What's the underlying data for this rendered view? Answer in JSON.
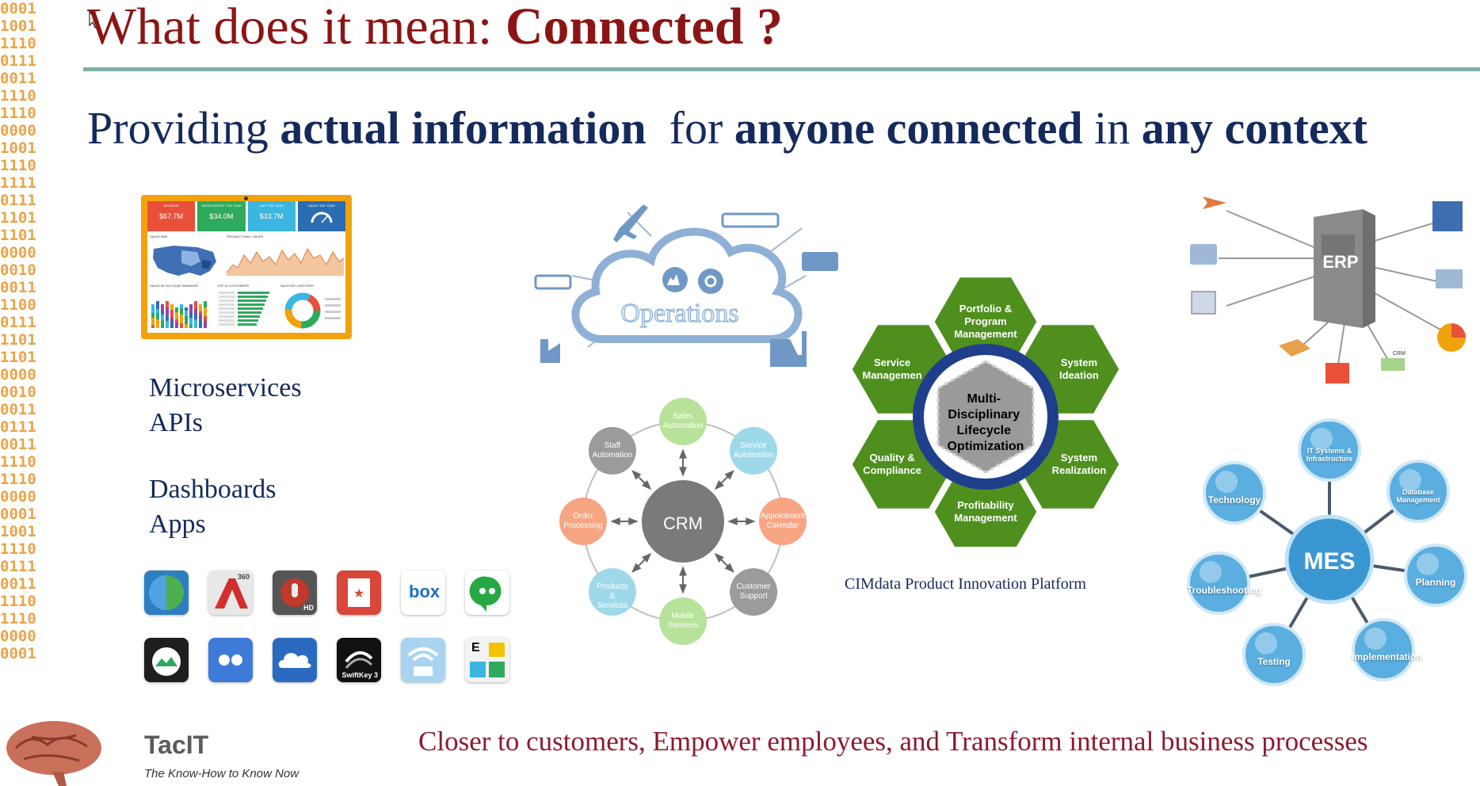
{
  "slide": {
    "title_plain": "What does it mean: ",
    "title_bold": "Connected ?",
    "subtitle": {
      "p1": "Providing ",
      "b1": "actual information",
      "p2": "  for ",
      "b2": "anyone connected",
      "p3": " in ",
      "b3": "any context"
    },
    "list": {
      "microservices": "Microservices",
      "apis": "APIs",
      "dashboards": "Dashboards",
      "apps": "Apps"
    },
    "footer": "Closer to customers, Empower employees, and Transform internal business processes",
    "brand": "TacIT",
    "tagline": "The Know-How to Know Now"
  },
  "dashboard": {
    "kpis": [
      {
        "label": "REVENUE",
        "value": "$67.7M",
        "color": "#e8503a"
      },
      {
        "label": "GROSS PROFIT THE YEAR",
        "value": "$34.0M",
        "color": "#2eaa5c"
      },
      {
        "label": "UNIT THE YEAR",
        "value": "$33.7M",
        "color": "#3ab6e0"
      },
      {
        "label": "SALES THE YEAR",
        "value": "",
        "color": "#2b6db4"
      }
    ],
    "panel_labels": {
      "map": "SALES MAP",
      "daily": "PRODUCT DAILY SALES",
      "by_manager": "SALES BY ACCOUNT MANAGER",
      "top_customers": "TOP 10 CUSTOMERS",
      "by_category": "SALES BY CATEGORY"
    },
    "frame_color": "#f2a20a"
  },
  "operations": {
    "label": "Operations",
    "color": "#7fa9d4"
  },
  "crm": {
    "center": "CRM",
    "nodes": [
      {
        "label": "Sales Automation",
        "color": "#b8e29a"
      },
      {
        "label": "Service Automation",
        "color": "#9ed9ea"
      },
      {
        "label": "Appointment Calendar",
        "color": "#f7a583"
      },
      {
        "label": "Customer Support",
        "color": "#9b9b9b"
      },
      {
        "label": "Mobile Services",
        "color": "#b8e29a"
      },
      {
        "label": "Products & Services",
        "color": "#9ed9ea"
      },
      {
        "label": "Order Processing",
        "color": "#f7a583"
      },
      {
        "label": "Staff Automation",
        "color": "#9b9b9b"
      }
    ]
  },
  "cimdata": {
    "center": [
      "Multi-",
      "Disciplinary",
      "Lifecycle",
      "Optimization"
    ],
    "hexes": [
      [
        "Portfolio &",
        "Program",
        "Management"
      ],
      [
        "System",
        "Ideation"
      ],
      [
        "System",
        "Realization"
      ],
      [
        "Profitability",
        "Management"
      ],
      [
        "Quality &",
        "Compliance"
      ],
      [
        "Service",
        "Managemen"
      ]
    ],
    "caption": "CIMdata Product Innovation Platform",
    "green": "#4f8f1e"
  },
  "erp": {
    "label": "ERP",
    "crm_tag": "CRM"
  },
  "mes": {
    "center": "MES",
    "nodes": [
      "IT Systems & Infrastructure",
      "Database Management",
      "Planning",
      "Implementation",
      "Testing",
      "Troubleshooting",
      "Technology"
    ]
  },
  "binary": "0001\n1001\n1110\n0111\n0011\n1110\n1110\n0000\n1001\n1110\n1111\n0111\n1101\n1101\n0000\n0010\n0011\n1100\n0111\n1101\n1101\n0000\n0010\n0011\n0111\n0011\n1110\n1110\n0000\n0001\n1001\n1110\n0111\n0011\n1110\n1110\n0000\n0001",
  "apps": [
    {
      "name": "globe-app",
      "color": "#2d7fc1"
    },
    {
      "name": "autocad-360",
      "color": "#e8e8e8",
      "badge": "360"
    },
    {
      "name": "voice-recorder-hd",
      "color": "#555555",
      "badge": "HD"
    },
    {
      "name": "bookmark-app",
      "color": "#d9463a"
    },
    {
      "name": "box",
      "color": "#ffffff",
      "badge": "box"
    },
    {
      "name": "hangouts",
      "color": "#ffffff"
    },
    {
      "name": "basecamp",
      "color": "#1e1e1e"
    },
    {
      "name": "flickr",
      "color": "#3e7ad8"
    },
    {
      "name": "onedrive",
      "color": "#2a6bbf"
    },
    {
      "name": "swiftkey",
      "color": "#111111",
      "badge": "SwiftKey 3"
    },
    {
      "name": "wifi-app",
      "color": "#a8d4f2"
    },
    {
      "name": "travel-app",
      "color": "#f3f3f3",
      "badge": "E"
    }
  ]
}
